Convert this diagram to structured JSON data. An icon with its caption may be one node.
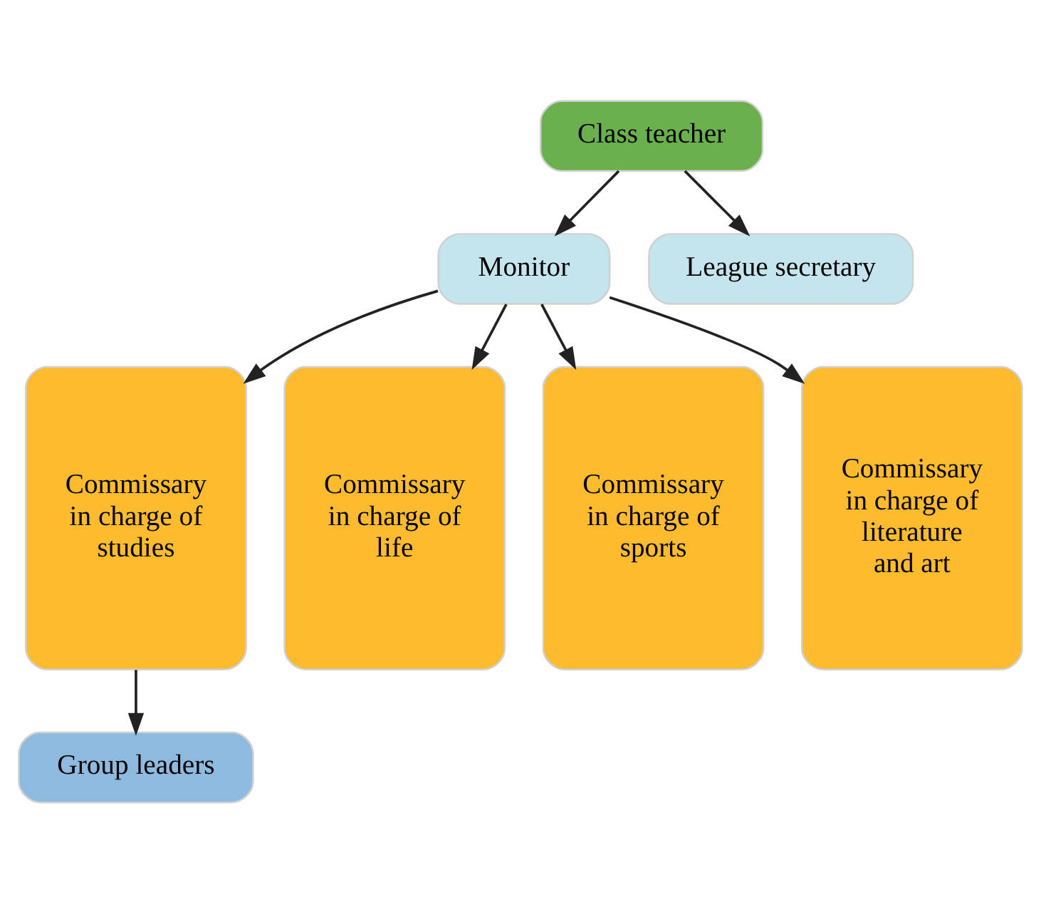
{
  "diagram": {
    "nodes": [
      {
        "text": [
          "Class teacher"
        ]
      },
      {
        "text": [
          "Monitor"
        ]
      },
      {
        "text": [
          "League secretary"
        ]
      },
      {
        "text": [
          "Commissary in charge of studies"
        ]
      },
      {
        "text": [
          "Commissary in charge of life"
        ]
      },
      {
        "text": [
          "Commissary in charge of sports"
        ]
      },
      {
        "text": [
          "Commissary in charge of literature and art"
        ]
      },
      {
        "text": [
          "Group leaders"
        ]
      }
    ],
    "edges": [
      {
        "from": 0,
        "to": 1,
        "arrow": "to"
      },
      {
        "from": 0,
        "to": 2,
        "arrow": "to"
      },
      {
        "from": 1,
        "to": 3,
        "arrow": "to"
      },
      {
        "from": 1,
        "to": 4,
        "arrow": "to"
      },
      {
        "from": 1,
        "to": 5,
        "arrow": "to"
      },
      {
        "from": 1,
        "to": 6,
        "arrow": "to"
      },
      {
        "from": 3,
        "to": 7,
        "arrow": "to"
      }
    ]
  }
}
